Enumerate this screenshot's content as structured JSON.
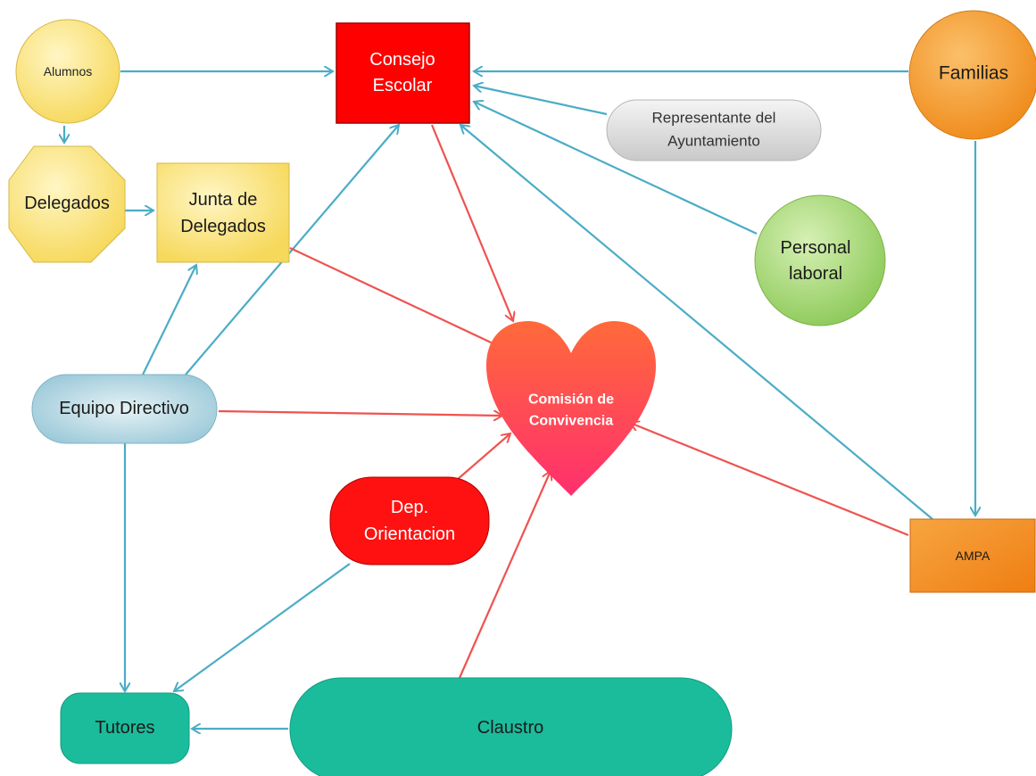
{
  "nodes": {
    "alumnos": {
      "text": "Alumnos"
    },
    "consejo": {
      "lines": [
        "Consejo",
        "Escolar"
      ]
    },
    "familias": {
      "text": "Familias"
    },
    "representante": {
      "lines": [
        "Representante del",
        "Ayuntamiento"
      ]
    },
    "delegados": {
      "text": "Delegados"
    },
    "junta": {
      "lines": [
        "Junta de",
        "Delegados"
      ]
    },
    "personal": {
      "lines": [
        "Personal",
        "laboral"
      ]
    },
    "comision": {
      "lines": [
        "Comisión de",
        "Convivencia"
      ]
    },
    "equipo": {
      "text": "Equipo Directivo"
    },
    "dep": {
      "lines": [
        "Dep.",
        "Orientacion"
      ]
    },
    "ampa": {
      "text": "AMPA"
    },
    "tutores": {
      "text": "Tutores"
    },
    "claustro": {
      "text": "Claustro"
    }
  },
  "colors": {
    "blue_arrow": "#4bacc6",
    "red_arrow": "#ef5350",
    "consejo": "#ff0000",
    "dep": "#ff1111",
    "teal": "#1abc9c",
    "yellow": "#f8e17a",
    "familias": "#f39c2b",
    "ampa": "#f39c2b",
    "personal": "#9ed36a",
    "equipo": "#a9cfdc"
  }
}
